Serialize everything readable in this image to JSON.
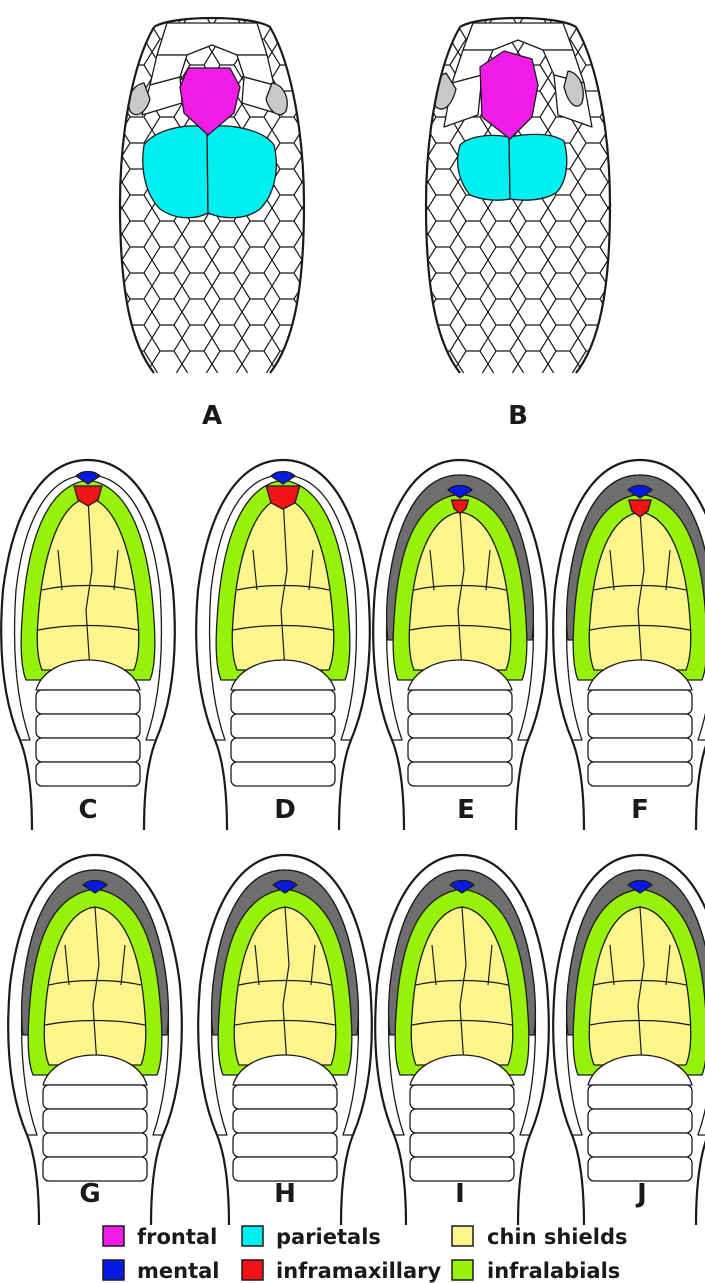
{
  "colors": {
    "frontal": "#f21ce8",
    "parietals": "#00f0f2",
    "mental": "#0a1ae6",
    "inframaxillary": "#f21414",
    "chin_shields": "#fbf58c",
    "infralabials": "#97f20a",
    "eye": "#c8c8c8",
    "rostral_band": "#6e6e6e",
    "outline": "#1a1a1a",
    "scale_fill": "#ffffff"
  },
  "panels": [
    {
      "id": "A",
      "label": "A",
      "view": "dorsal"
    },
    {
      "id": "B",
      "label": "B",
      "view": "dorsal"
    },
    {
      "id": "C",
      "label": "C",
      "view": "ventral"
    },
    {
      "id": "D",
      "label": "D",
      "view": "ventral"
    },
    {
      "id": "E",
      "label": "E",
      "view": "ventral"
    },
    {
      "id": "F",
      "label": "F",
      "view": "ventral"
    },
    {
      "id": "G",
      "label": "G",
      "view": "ventral"
    },
    {
      "id": "H",
      "label": "H",
      "view": "ventral"
    },
    {
      "id": "I",
      "label": "I",
      "view": "ventral"
    },
    {
      "id": "J",
      "label": "J",
      "view": "ventral"
    }
  ],
  "legend": [
    {
      "key": "frontal",
      "label": "frontal",
      "color": "#f21ce8"
    },
    {
      "key": "parietals",
      "label": "parietals",
      "color": "#00f0f2"
    },
    {
      "key": "chin_shields",
      "label": "chin shields",
      "color": "#fbf58c"
    },
    {
      "key": "mental",
      "label": "mental",
      "color": "#0a1ae6"
    },
    {
      "key": "inframaxillary",
      "label": "inframaxillary",
      "color": "#f21414"
    },
    {
      "key": "infralabials",
      "label": "infralabials",
      "color": "#97f20a"
    }
  ]
}
